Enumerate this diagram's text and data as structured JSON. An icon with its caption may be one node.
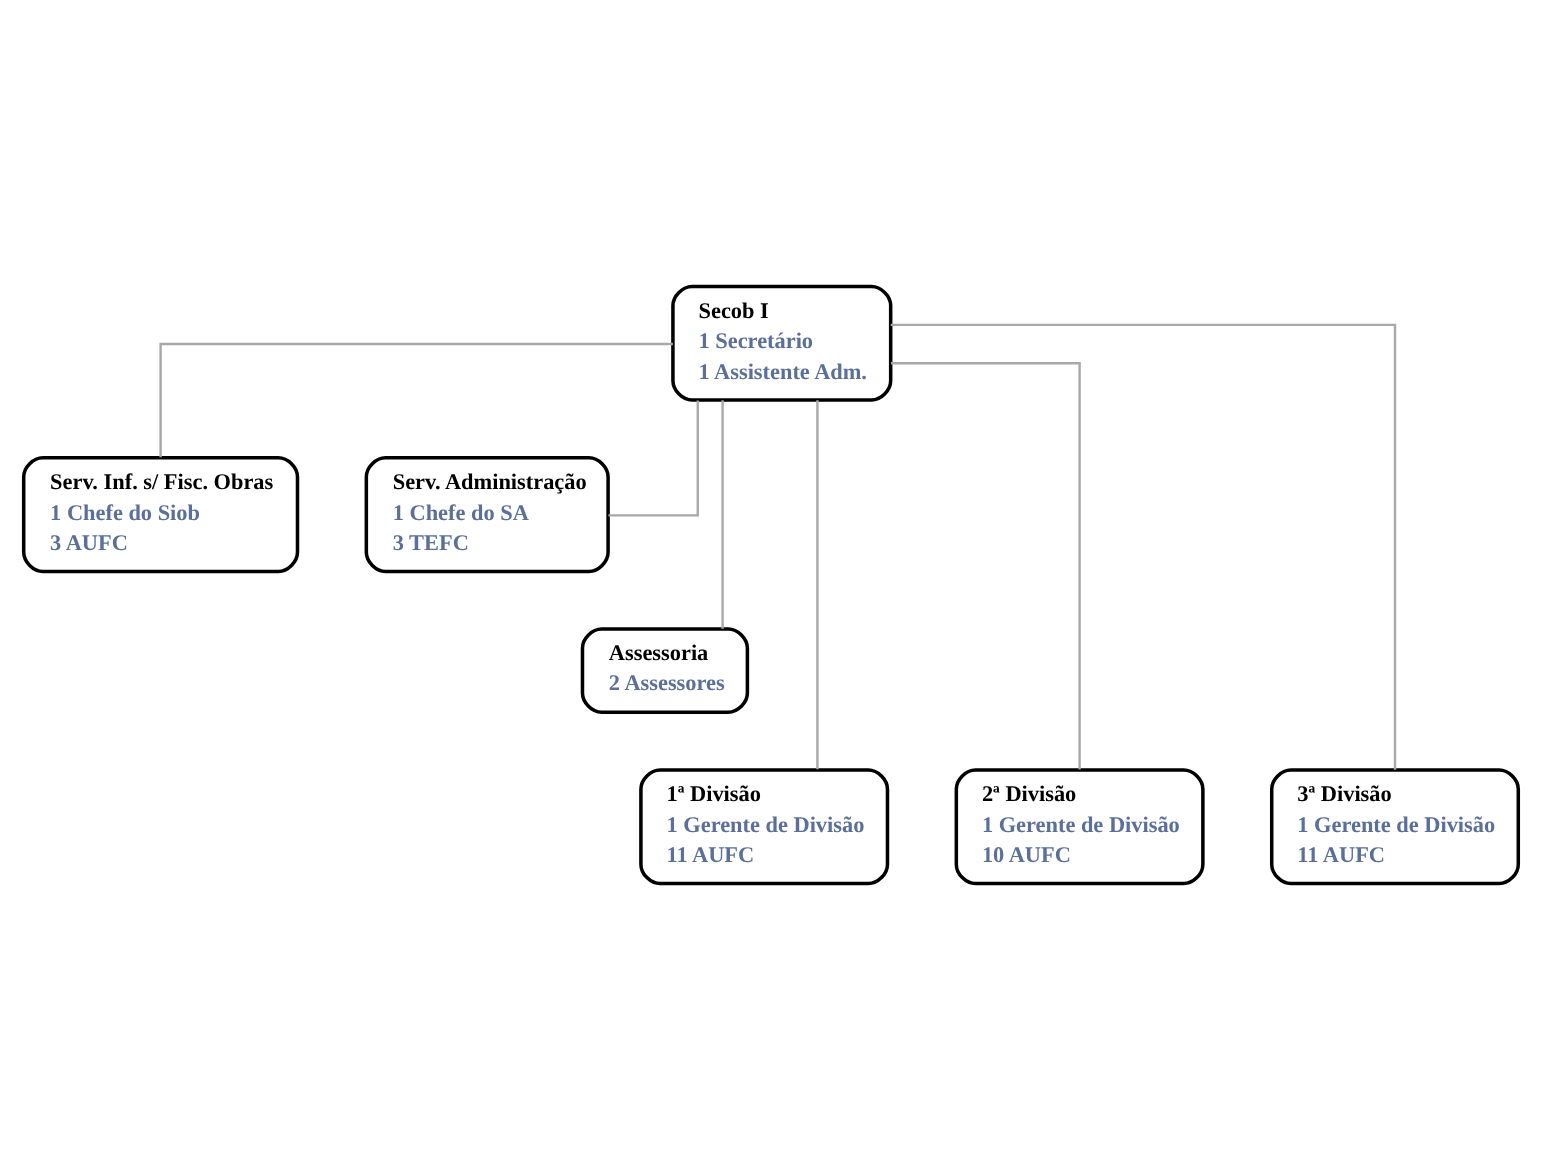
{
  "diagram": {
    "nodes": [
      {
        "text": [
          "Secob I",
          "1 Secretário",
          "1 Assistente Adm."
        ]
      },
      {
        "text": [
          "Serv. Inf. s/ Fisc. Obras",
          "1 Chefe do Siob",
          "3 AUFC"
        ]
      },
      {
        "text": [
          "Serv. Administração",
          "1 Chefe do SA",
          "3 TEFC"
        ]
      },
      {
        "text": [
          "Assessoria",
          "2 Assessores"
        ]
      },
      {
        "text": [
          "1ª Divisão",
          "1 Gerente de Divisão",
          "11 AUFC"
        ]
      },
      {
        "text": [
          "2ª Divisão",
          "1 Gerente de Divisão",
          "10 AUFC"
        ]
      },
      {
        "text": [
          "3ª Divisão",
          "1 Gerente de Divisão",
          "11 AUFC"
        ]
      }
    ],
    "edges": [
      {
        "from": 0,
        "to": 1,
        "arrow": "none"
      },
      {
        "from": 0,
        "to": 2,
        "arrow": "none"
      },
      {
        "from": 0,
        "to": 3,
        "arrow": "none"
      },
      {
        "from": 0,
        "to": 4,
        "arrow": "none"
      },
      {
        "from": 0,
        "to": 5,
        "arrow": "none"
      },
      {
        "from": 0,
        "to": 6,
        "arrow": "none"
      }
    ]
  }
}
